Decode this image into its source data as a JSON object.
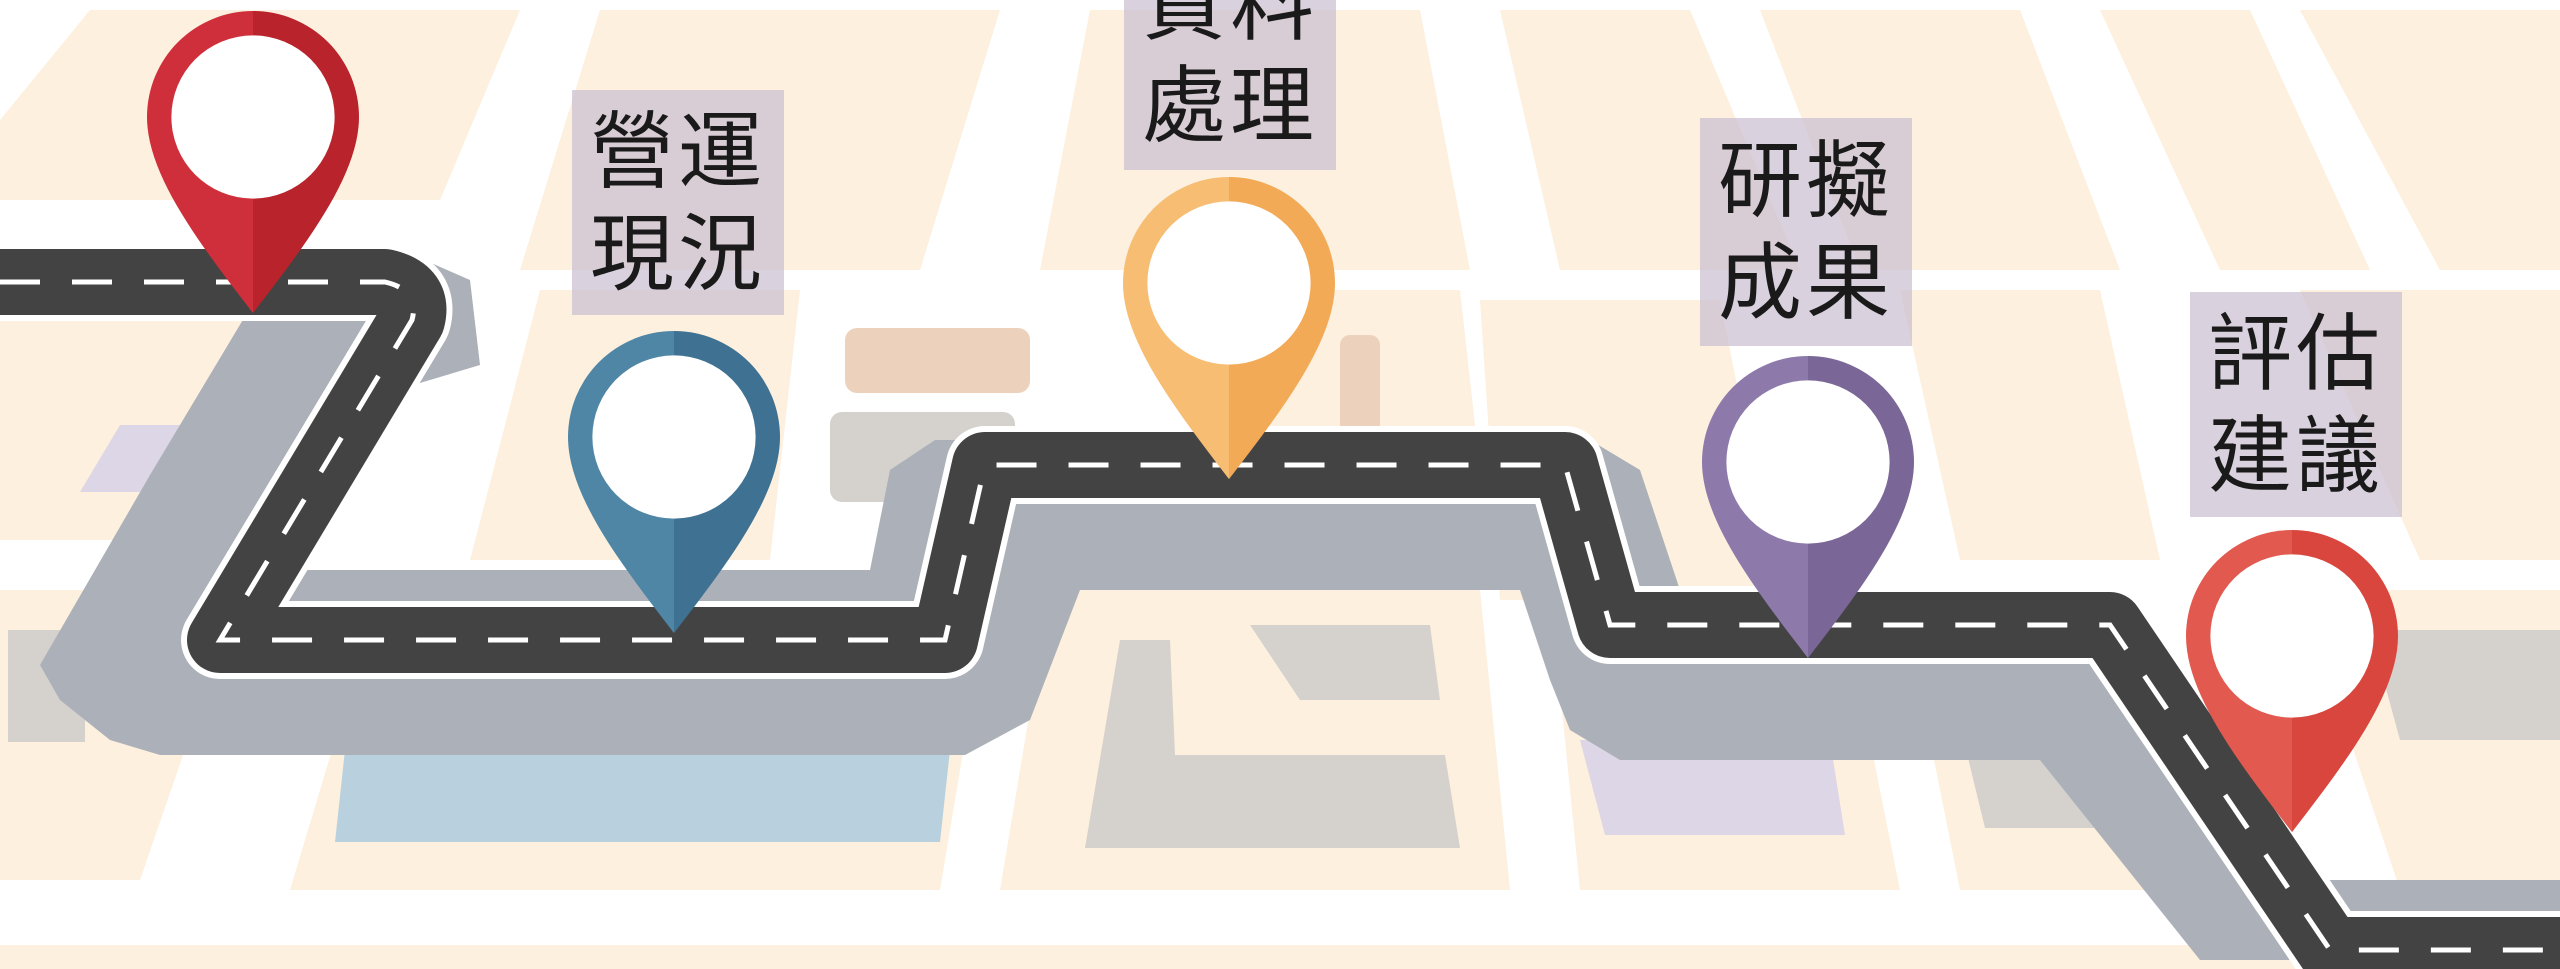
{
  "steps": [
    {
      "line1": "",
      "line2": "",
      "pin_color": "#cf2f3a",
      "pin_color_dark": "#b8232c"
    },
    {
      "line1": "營運",
      "line2": "現況",
      "pin_color": "#4f86a6",
      "pin_color_dark": "#3e7192"
    },
    {
      "line1": "資料",
      "line2": "處理",
      "pin_color": "#f6bd73",
      "pin_color_dark": "#f3aa57"
    },
    {
      "line1": "研擬",
      "line2": "成果",
      "pin_color": "#8d7aab",
      "pin_color_dark": "#7a6697"
    },
    {
      "line1": "評估",
      "line2": "建議",
      "pin_color": "#e2594f",
      "pin_color_dark": "#d8463e"
    }
  ],
  "colors": {
    "background": "#ffffff",
    "block": "#fdf0de",
    "road_edge": "#acb0b8",
    "asphalt": "#434343",
    "lane_mark": "#ffffff"
  }
}
